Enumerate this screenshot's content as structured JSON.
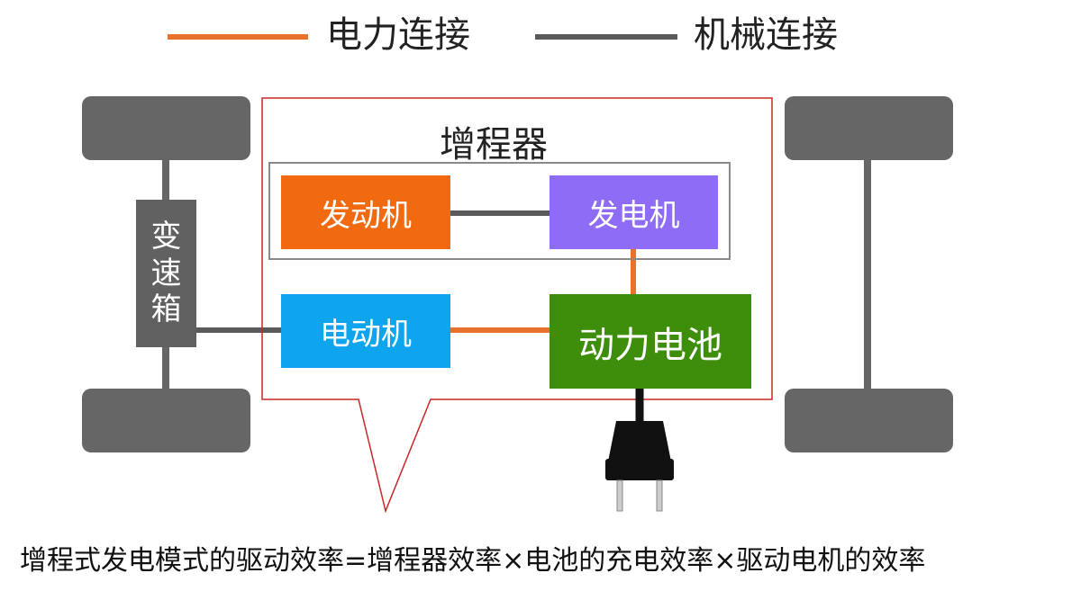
{
  "legend": {
    "electric_label": "电力连接",
    "mechanical_label": "机械连接",
    "electric_color": "#E8722C",
    "mechanical_color": "#5A5A5A"
  },
  "range_extender": {
    "title": "增程器",
    "border_color": "#C62828"
  },
  "components": {
    "engine": {
      "label": "发动机",
      "color": "#F26A10"
    },
    "generator": {
      "label": "发电机",
      "color": "#8E6CF5"
    },
    "motor": {
      "label": "电动机",
      "color": "#0EA5EE"
    },
    "battery": {
      "label": "动力电池",
      "color": "#3E8E0C"
    },
    "gearbox": {
      "chars": [
        "变",
        "速",
        "箱"
      ],
      "color": "#616161"
    }
  },
  "plug": {
    "icon": "power-plug-icon"
  },
  "formula": "增程式发电模式的驱动效率=增程器效率×电池的充电效率×驱动电机的效率"
}
